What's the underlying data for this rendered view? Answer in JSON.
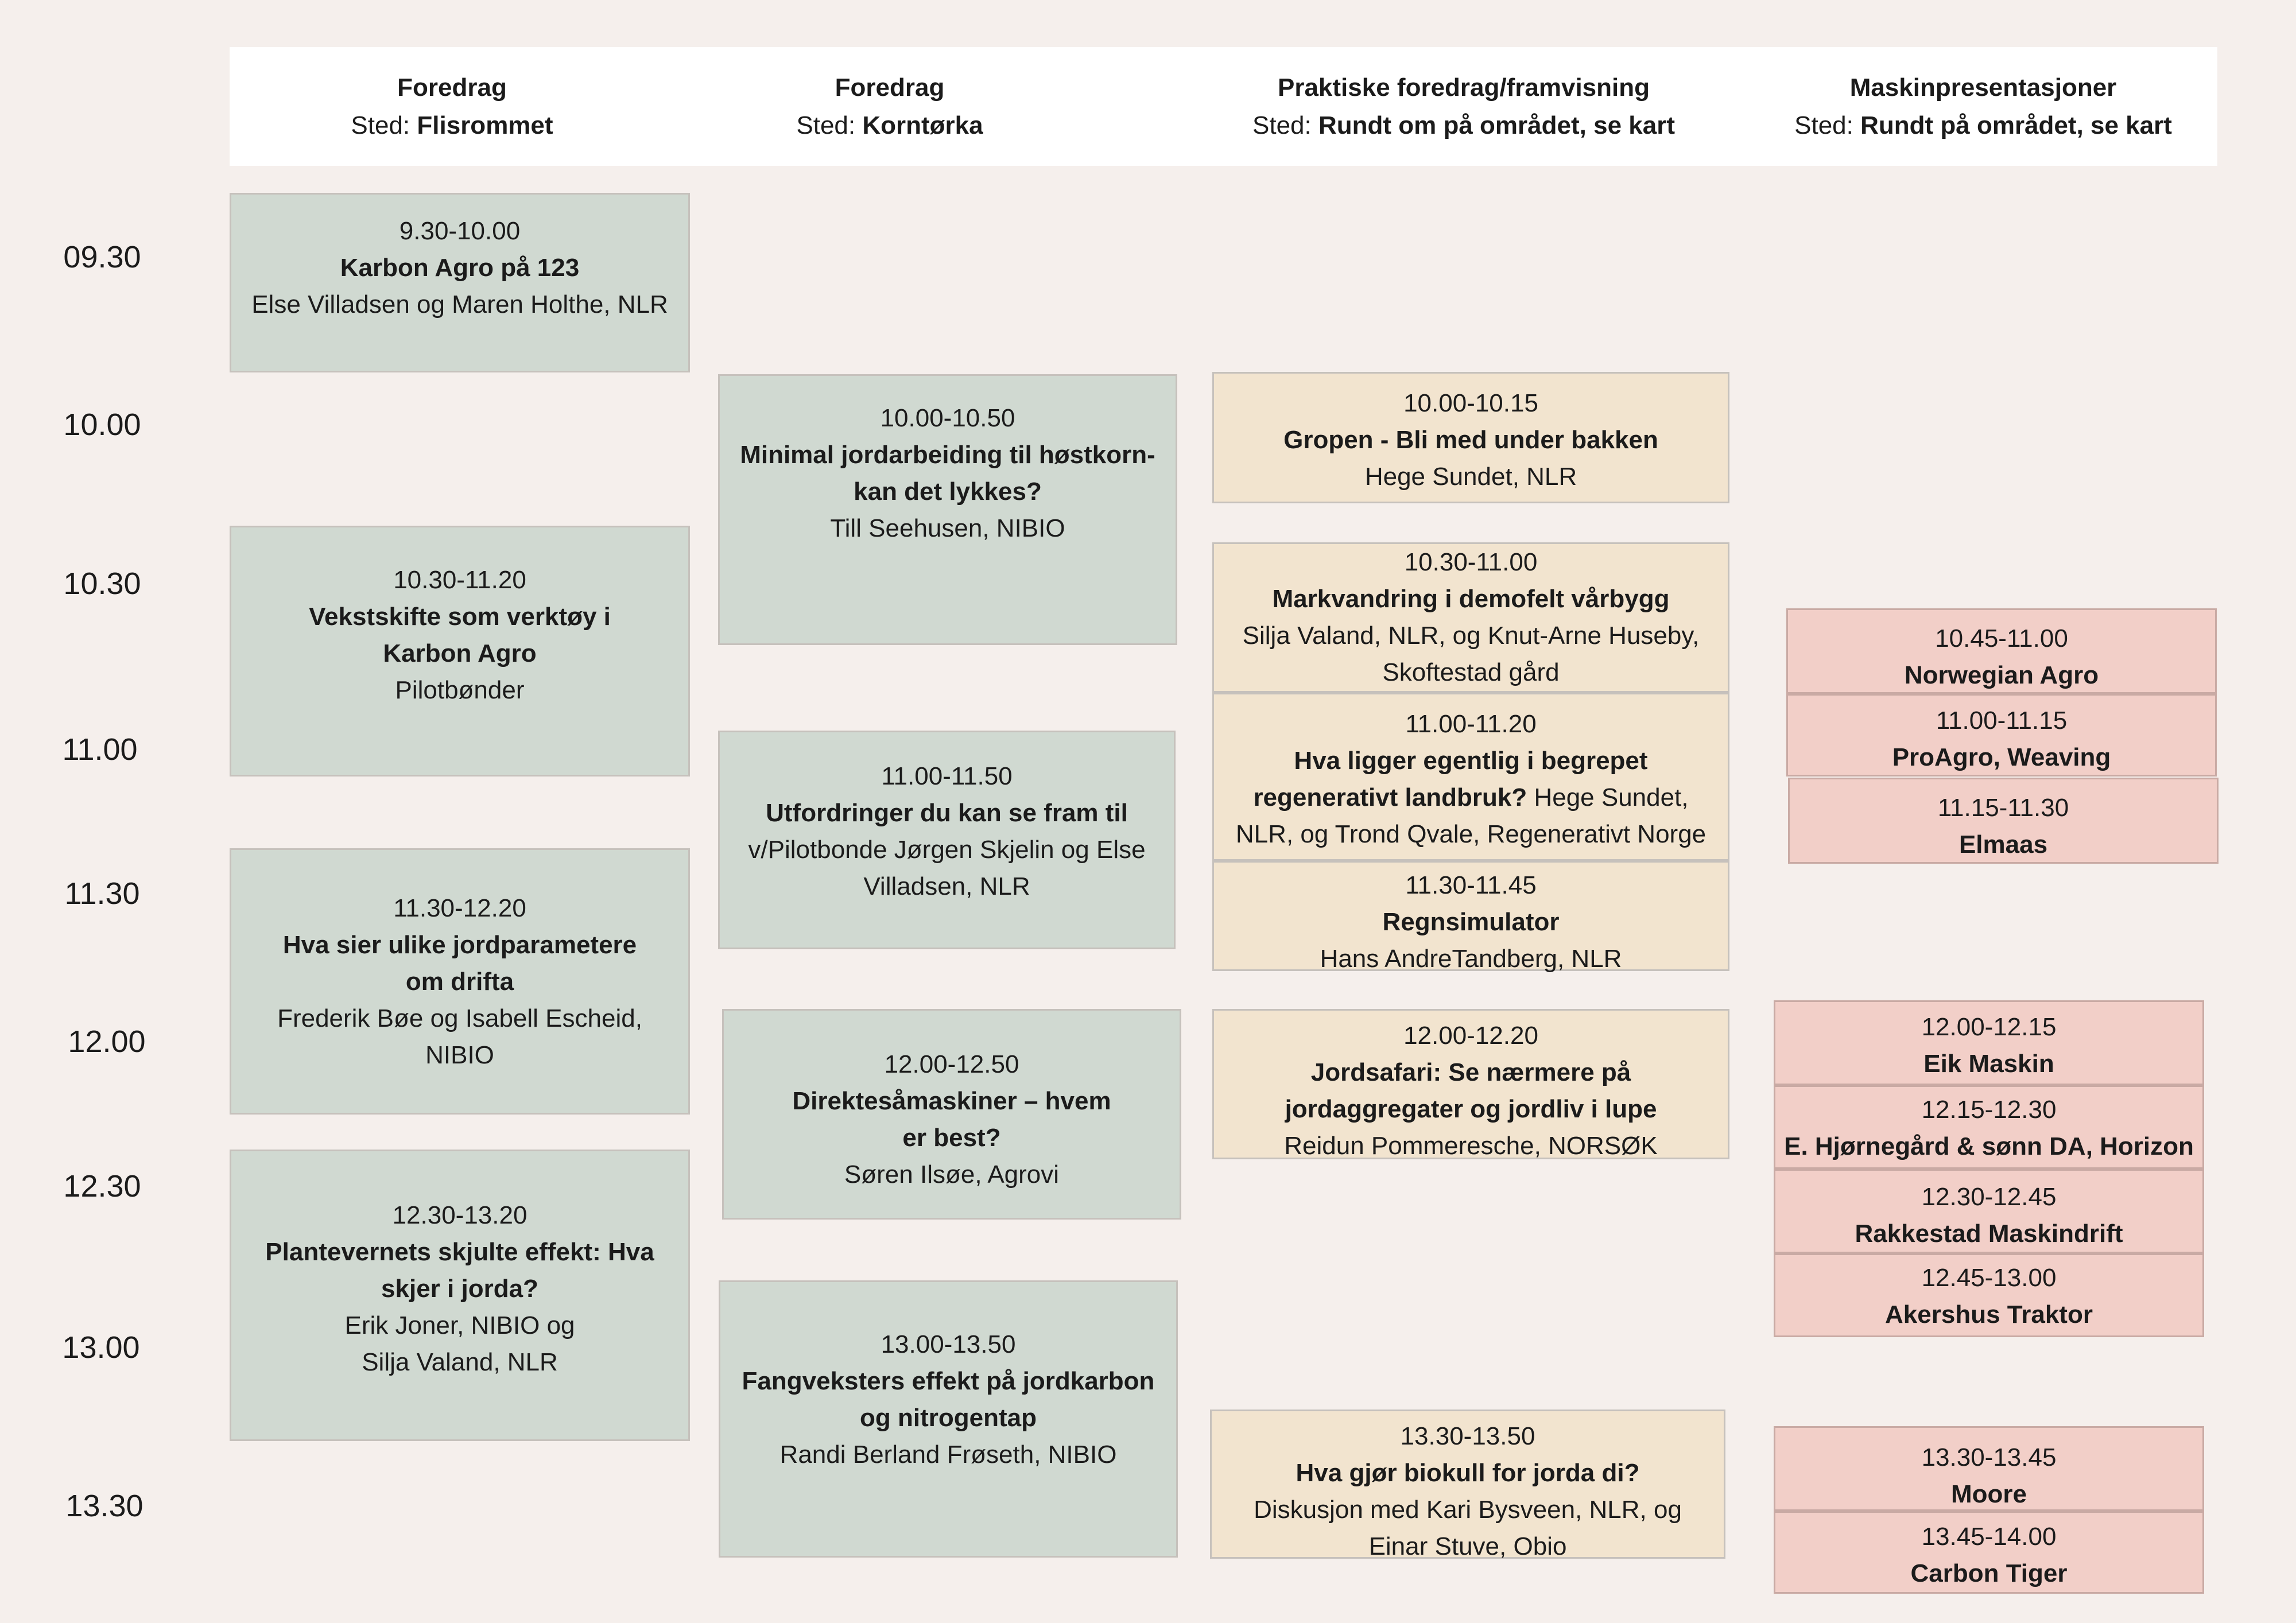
{
  "columns": [
    {
      "title": "Foredrag",
      "place_prefix": "Sted: ",
      "place": "Flisrommet"
    },
    {
      "title": "Foredrag",
      "place_prefix": "Sted: ",
      "place": "Korntørka"
    },
    {
      "title": "Praktiske foredrag/framvisning",
      "place_prefix": "Sted: ",
      "place": "Rundt om på området, se kart"
    },
    {
      "title": "Maskinpresentasjoner",
      "place_prefix": "Sted: ",
      "place": "Rundt på området, se kart"
    }
  ],
  "times": [
    "09.30",
    "10.00",
    "10.30",
    "11.00",
    "11.30",
    "12.00",
    "12.30",
    "13.00",
    "13.30"
  ],
  "flisrommet": [
    {
      "time": "9.30-10.00",
      "title": "Karbon Agro på 123",
      "speaker": "Else Villadsen og Maren Holthe, NLR"
    },
    {
      "time": "10.30-11.20",
      "title_line1": "Vekstskifte som verktøy i",
      "title_line2": "Karbon Agro",
      "speaker": "Pilotbønder"
    },
    {
      "time": "11.30-12.20",
      "title_line1": "Hva sier ulike jordparametere",
      "title_line2": "om drifta",
      "speaker_line1": "Frederik Bøe og Isabell Escheid,",
      "speaker_line2": "NIBIO"
    },
    {
      "time": "12.30-13.20",
      "title_line1": "Plantevernets skjulte effekt: Hva",
      "title_line2": "skjer i jorda?",
      "speaker_line1": "Erik Joner, NIBIO og",
      "speaker_line2": "Silja Valand, NLR"
    }
  ],
  "korntorka": [
    {
      "time": "10.00-10.50",
      "title_line1": "Minimal jordarbeiding til høstkorn-",
      "title_line2": "kan det lykkes?",
      "speaker": "Till Seehusen, NIBIO"
    },
    {
      "time": "11.00-11.50",
      "title": "Utfordringer du kan se fram til",
      "speaker_line1": "v/Pilotbonde Jørgen Skjelin og Else",
      "speaker_line2": "Villadsen, NLR"
    },
    {
      "time": "12.00-12.50",
      "title_line1": "Direktesåmaskiner – hvem",
      "title_line2": "er best?",
      "speaker": "Søren Ilsøe, Agrovi"
    },
    {
      "time": "13.00-13.50",
      "title_line1": "Fangveksters effekt på jordkarbon",
      "title_line2": "og nitrogentap",
      "speaker": "Randi Berland Frøseth, NIBIO"
    }
  ],
  "praktisk": [
    {
      "time": "10.00-10.15",
      "title": "Gropen - Bli med under bakken",
      "speaker": "Hege Sundet, NLR"
    },
    {
      "time": "10.30-11.00",
      "title": "Markvandring i demofelt vårbygg",
      "speaker_line1": "Silja Valand, NLR, og Knut-Arne Huseby,",
      "speaker_line2": "Skoftestad gård"
    },
    {
      "time": "11.00-11.20",
      "title_line1": "Hva ligger egentlig i begrepet",
      "title_line2": "regenerativt landbruk?",
      "speaker_inline": " Hege Sundet,",
      "speaker_line2": "NLR, og Trond Qvale, Regenerativt  Norge"
    },
    {
      "time": "11.30-11.45",
      "title": "Regnsimulator",
      "speaker": "Hans AndreTandberg, NLR"
    },
    {
      "time": "12.00-12.20",
      "title_line1": "Jordsafari: Se nærmere på",
      "title_line2": "jordaggregater og jordliv i lupe",
      "speaker": "Reidun Pommeresche, NORSØK"
    },
    {
      "time": "13.30-13.50",
      "title": "Hva gjør biokull for jorda di?",
      "speaker_line1": "Diskusjon med Kari Bysveen, NLR, og",
      "speaker_line2": "Einar Stuve, Obio"
    }
  ],
  "maskin": [
    {
      "time": "10.45-11.00",
      "title": "Norwegian Agro"
    },
    {
      "time": "11.00-11.15",
      "title": "ProAgro, Weaving"
    },
    {
      "time": "11.15-11.30",
      "title": "Elmaas"
    },
    {
      "time": "12.00-12.15",
      "title": "Eik Maskin"
    },
    {
      "time": "12.15-12.30",
      "title": "E. Hjørnegård & sønn DA, Horizon"
    },
    {
      "time": "12.30-12.45",
      "title": "Rakkestad Maskindrift"
    },
    {
      "time": "12.45-13.00",
      "title": "Akershus Traktor"
    },
    {
      "time": "13.30-13.45",
      "title": "Moore"
    },
    {
      "time": "13.45-14.00",
      "title": "Carbon Tiger"
    }
  ]
}
